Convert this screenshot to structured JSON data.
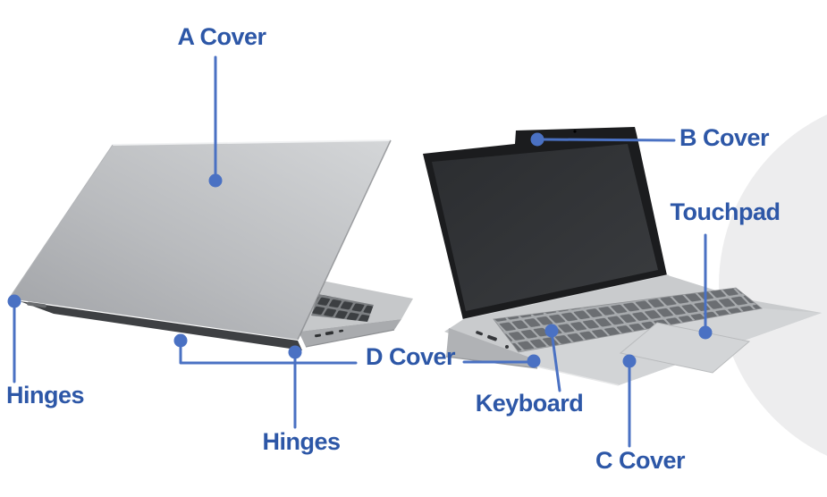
{
  "colors": {
    "label_text": "#2d57a7",
    "leader_line": "#4a71c3",
    "backdrop_circle": "#ededee",
    "background": "#ffffff"
  },
  "labels": {
    "a_cover": "A Cover",
    "b_cover": "B Cover",
    "c_cover": "C Cover",
    "d_cover": "D Cover",
    "keyboard": "Keyboard",
    "touchpad": "Touchpad",
    "hinges_left": "Hinges",
    "hinges_rear": "Hinges"
  }
}
